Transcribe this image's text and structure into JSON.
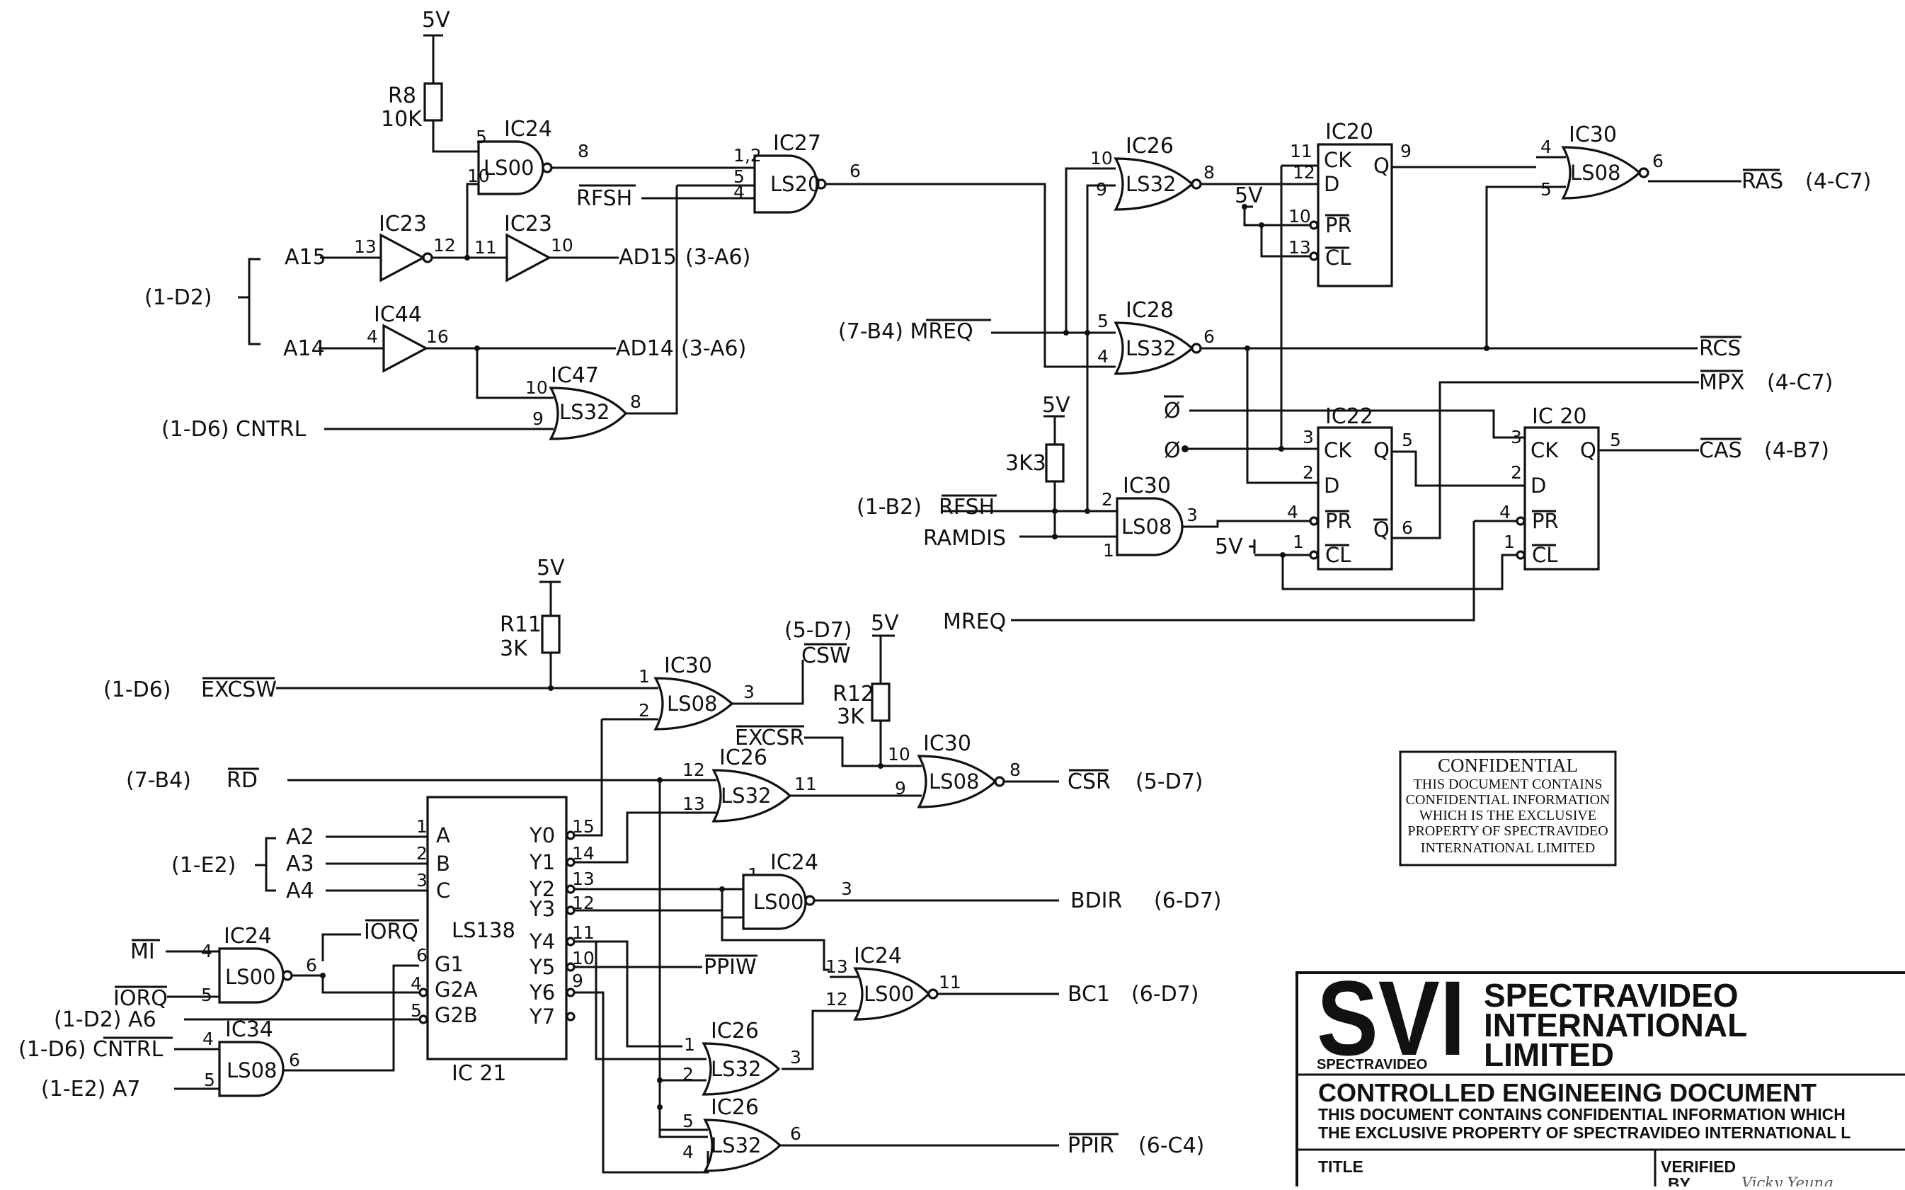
{
  "supply": {
    "v5": "5V"
  },
  "resistors": {
    "r8": {
      "name": "R8",
      "value": "10K"
    },
    "r11": {
      "name": "R11",
      "value": "3K"
    },
    "r12": {
      "name": "R12",
      "value": "3K"
    },
    "r3k3": {
      "value": "3K3"
    }
  },
  "gates": {
    "ic24a": {
      "ref": "IC24",
      "type": "LS00"
    },
    "ic23a": {
      "ref": "IC23"
    },
    "ic23b": {
      "ref": "IC23"
    },
    "ic44": {
      "ref": "IC44"
    },
    "ic47": {
      "ref": "IC47",
      "type": "LS32"
    },
    "ic27": {
      "ref": "IC27",
      "type": "LS20"
    },
    "ic26a": {
      "ref": "IC26",
      "type": "LS32"
    },
    "ic28": {
      "ref": "IC28",
      "type": "LS32"
    },
    "ic30a": {
      "ref": "IC30",
      "type": "LS08"
    },
    "ic30b": {
      "ref": "IC30",
      "type": "LS08"
    },
    "ic30c": {
      "ref": "IC30",
      "type": "LS08"
    },
    "ic30d": {
      "ref": "IC30",
      "type": "LS08"
    },
    "ic26b": {
      "ref": "IC26",
      "type": "LS32"
    },
    "ic24b": {
      "ref": "IC24",
      "type": "LS00"
    },
    "ic24c": {
      "ref": "IC24",
      "type": "LS00"
    },
    "ic24d": {
      "ref": "IC24",
      "type": "LS00"
    },
    "ic34": {
      "ref": "IC34",
      "type": "LS08"
    },
    "ic26c": {
      "ref": "IC26",
      "type": "LS32"
    },
    "ic26d": {
      "ref": "IC26",
      "type": "LS32"
    }
  },
  "flipflops": {
    "ic20a": {
      "ref": "IC20",
      "ck": "CK",
      "d": "D",
      "q": "Q",
      "pr": "PR",
      "cl": "CL"
    },
    "ic22": {
      "ref": "IC22",
      "ck": "CK",
      "d": "D",
      "q": "Q",
      "qbar": "Q",
      "pr": "PR",
      "cl": "CL"
    },
    "ic20b": {
      "ref": "IC 20",
      "ck": "CK",
      "d": "D",
      "q": "Q",
      "pr": "PR",
      "cl": "CL"
    }
  },
  "decoder": {
    "ref": "IC 21",
    "type": "LS138",
    "inputs": [
      "A",
      "B",
      "C"
    ],
    "enables": [
      "G1",
      "G2A",
      "G2B"
    ],
    "outputs": [
      "Y0",
      "Y1",
      "Y2",
      "Y3",
      "Y4",
      "Y5",
      "Y6",
      "Y7"
    ],
    "in_pins": [
      "1",
      "2",
      "3"
    ],
    "en_pins": [
      "6",
      "4",
      "5"
    ],
    "out_pins": [
      "15",
      "14",
      "13",
      "12",
      "11",
      "10",
      "9"
    ]
  },
  "signals": {
    "a15": "A15",
    "a14": "A14",
    "d2": "(1-D2)",
    "ad15": "AD15",
    "ad15_ref": "(3-A6)",
    "ad14": "AD14",
    "ad14_ref": "(3-A6)",
    "cntrl": "(1-D6) CNTRL",
    "rfsh": "RFSH",
    "mreq_in": "(7-B4) MREQ",
    "rfsh2_ref": "(1-B2)",
    "rfsh2": "RFSH",
    "ramdis": "RAMDIS",
    "phi_bar": "Ø",
    "phi": "Ø",
    "mreq2": "MREQ",
    "ras": "RAS",
    "ras_ref": "(4-C7)",
    "rcs": "RCS",
    "mpx": "MPX",
    "mpx_ref": "(4-C7)",
    "cas": "CAS",
    "cas_ref": "(4-B7)",
    "excsw_ref": "(1-D6)",
    "excsw": "EXCSW",
    "csw_ref": "(5-D7)",
    "csw": "CSW",
    "excsr": "EXCSR",
    "rd_ref": "(7-B4)",
    "rd": "RD",
    "csr": "CSR",
    "csr_ref": "(5-D7)",
    "e2": "(1-E2)",
    "a2": "A2",
    "a3": "A3",
    "a4": "A4",
    "iorq_label": "IORQ",
    "mi": "MI",
    "iorq": "IORQ",
    "a6": "(1-D2) A6",
    "cntrl2": "(1-D6) CNTRL",
    "a7": "(1-E2) A7",
    "bdir": "BDIR",
    "bdir_ref": "(6-D7)",
    "ppiw": "PPIW",
    "bc1": "BC1",
    "bc1_ref": "(6-D7)",
    "ppir": "PPIR",
    "ppir_ref": "(6-C4)"
  },
  "confidential": {
    "title": "CONFIDENTIAL",
    "lines": [
      "THIS DOCUMENT CONTAINS",
      "CONFIDENTIAL INFORMATION",
      "WHICH IS THE EXCLUSIVE",
      "PROPERTY OF SPECTRAVIDEO",
      "INTERNATIONAL LIMITED"
    ]
  },
  "title_block": {
    "logo": "SVI",
    "logo_sub": "SPECTRAVIDEO",
    "company": [
      "SPECTRAVIDEO",
      "INTERNATIONAL",
      "LIMITED"
    ],
    "doc_title": "CONTROLLED ENGINEEING DOCUMENT",
    "notice": [
      "THIS DOCUMENT CONTAINS CONFIDENTIAL INFORMATION WHICH",
      "THE EXCLUSIVE PROPERTY OF SPECTRAVIDEO INTERNATIONAL L"
    ],
    "title_label": "TITLE",
    "verified_label": "VERIFIED",
    "by_label": "BY",
    "signature": "Vicky Yeung"
  }
}
